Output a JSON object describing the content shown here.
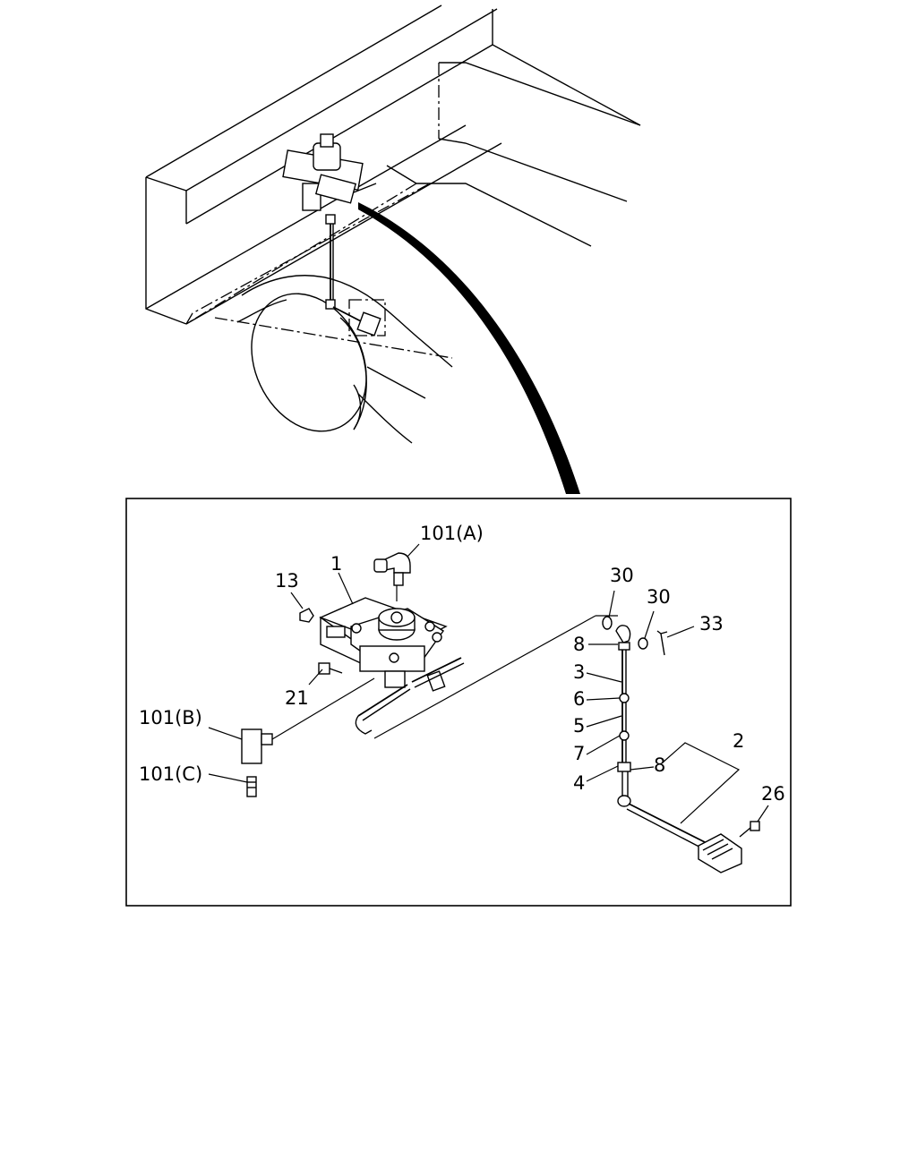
{
  "callouts": {
    "c1": "1",
    "c2": "2",
    "c3": "3",
    "c4": "4",
    "c5": "5",
    "c6": "6",
    "c7": "7",
    "c8a": "8",
    "c8b": "8",
    "c13": "13",
    "c21": "21",
    "c26": "26",
    "c30a": "30",
    "c30b": "30",
    "c33": "33",
    "c101a": "101(A)",
    "c101b": "101(B)",
    "c101c": "101(C)"
  }
}
